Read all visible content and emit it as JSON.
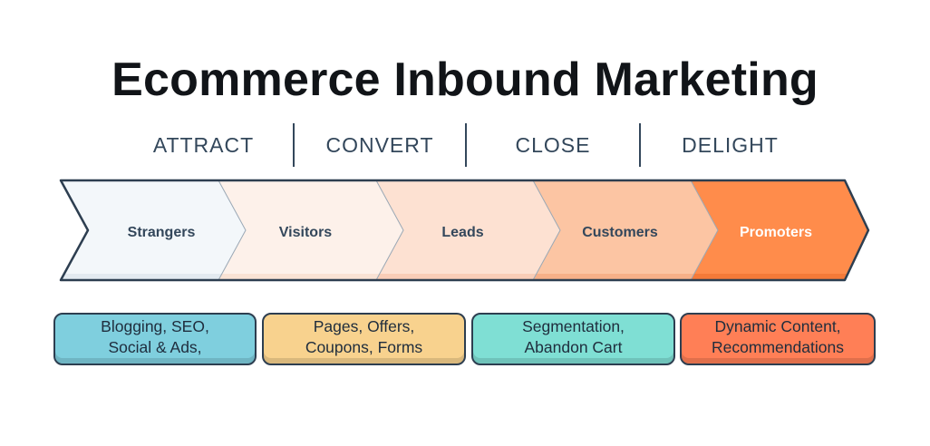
{
  "title": "Ecommerce Inbound Marketing",
  "stages": [
    "ATTRACT",
    "CONVERT",
    "CLOSE",
    "DELIGHT"
  ],
  "flow": [
    {
      "label": "Strangers",
      "fill": "#f3f7fa",
      "shade": "#e3eaf0",
      "text_color": "#33475b"
    },
    {
      "label": "Visitors",
      "fill": "#fdf1ea",
      "shade": "#f9e2d4",
      "text_color": "#33475b"
    },
    {
      "label": "Leads",
      "fill": "#fde1d2",
      "shade": "#f9cdb7",
      "text_color": "#33475b"
    },
    {
      "label": "Customers",
      "fill": "#fcc5a3",
      "shade": "#f7b088",
      "text_color": "#33475b"
    },
    {
      "label": "Promoters",
      "fill": "#ff8c4b",
      "shade": "#f57a38",
      "text_color": "#ffffff"
    }
  ],
  "tactics": [
    {
      "line1": "Blogging, SEO,",
      "line2": "Social & Ads,",
      "color": "#7fcfde"
    },
    {
      "line1": "Pages, Offers,",
      "line2": "Coupons, Forms",
      "color": "#f8d28e"
    },
    {
      "line1": "Segmentation,",
      "line2": "Abandon Cart",
      "color": "#7fdfd4"
    },
    {
      "line1": "Dynamic Content,",
      "line2": "Recommendations",
      "color": "#ff7f56"
    }
  ],
  "colors": {
    "outline": "#2d3e50",
    "stage_text": "#33475b"
  }
}
